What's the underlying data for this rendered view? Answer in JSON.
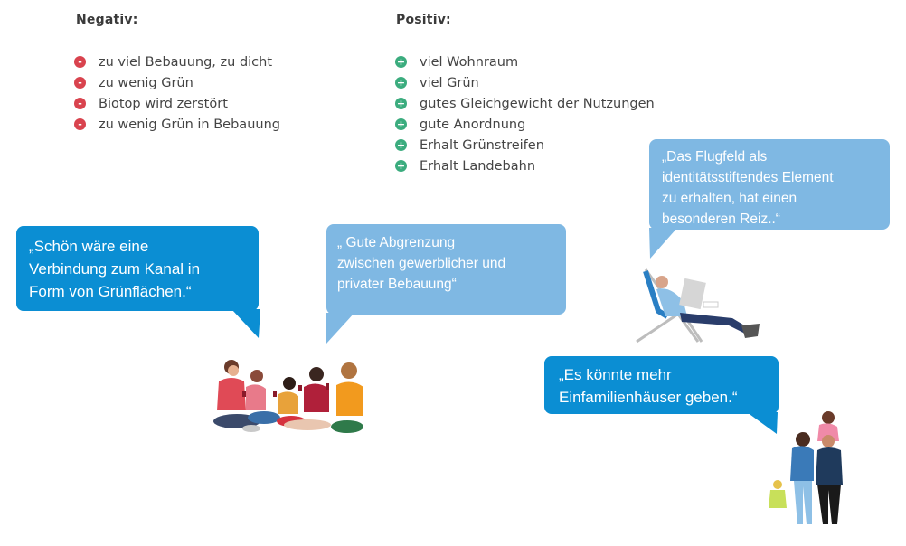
{
  "colors": {
    "negative": "#d9434e",
    "positive": "#3bac7e",
    "bubble_dark": "#0b8ed3",
    "bubble_light": "#7fb8e3"
  },
  "negative": {
    "title": "Negativ:",
    "icon_symbol": "-",
    "items": [
      "zu viel Bebauung, zu dicht",
      "zu wenig Grün",
      "Biotop wird zerstört",
      "zu wenig Grün in Bebauung"
    ]
  },
  "positive": {
    "title": "Positiv:",
    "icon_symbol": "+",
    "items": [
      "viel Wohnraum",
      "viel Grün",
      "gutes Gleichgewicht der Nutzungen",
      "gute Anordnung",
      "Erhalt Grünstreifen",
      "Erhalt Landebahn"
    ]
  },
  "quotes": {
    "kanal": [
      "„Schön wäre eine",
      "Verbindung zum Kanal in",
      "Form von Grünflächen.“"
    ],
    "abgrenzung": [
      "„ Gute Abgrenzung",
      "zwischen gewerblicher und",
      "privater Bebauung“"
    ],
    "flugfeld": [
      "„Das Flugfeld als",
      "identitätsstiftendes Element",
      "zu erhalten, hat einen",
      "besonderen Reiz..“"
    ],
    "einfamilien": [
      "„Es könnte mehr",
      "Einfamilienhäuser geben.“"
    ]
  }
}
